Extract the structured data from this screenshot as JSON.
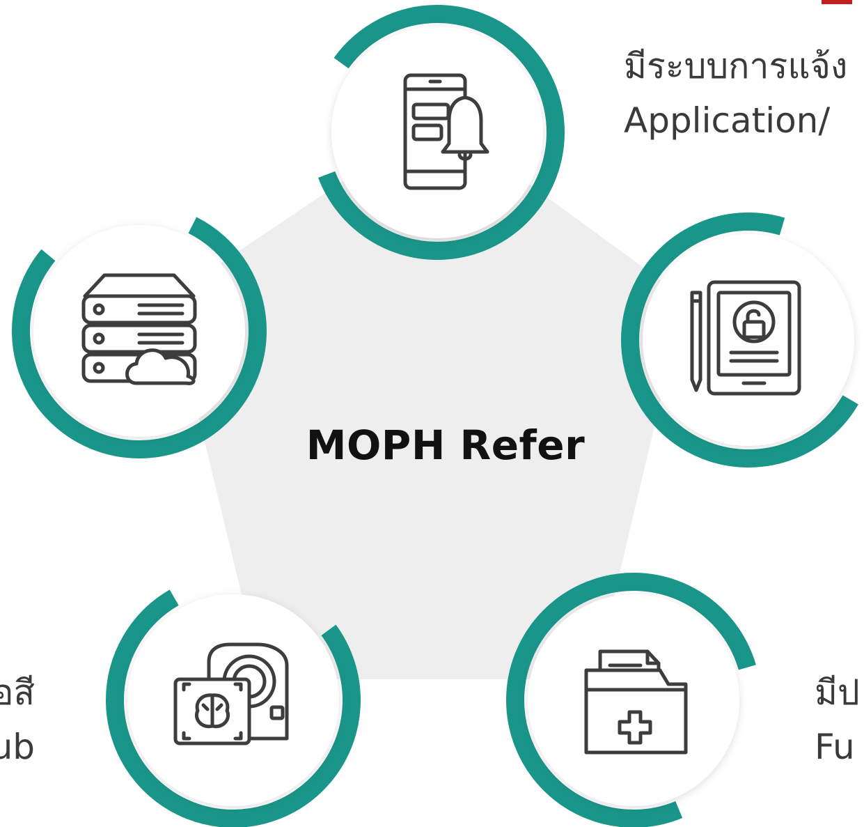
{
  "diagram": {
    "center_title": "MOPH Refer",
    "accent_color": "#1a958a",
    "hub_color": "#eeeeee",
    "icon_stroke_color": "#3d3d3d"
  },
  "nodes": [
    {
      "position": "top",
      "icon": "mobile-notification-bell-icon"
    },
    {
      "position": "upper-left",
      "icon": "server-cloud-icon"
    },
    {
      "position": "upper-right",
      "icon": "tablet-lock-pen-icon"
    },
    {
      "position": "lower-left",
      "icon": "mri-brain-scan-icon"
    },
    {
      "position": "lower-right",
      "icon": "medical-folder-icon"
    }
  ],
  "labels": {
    "top_right": {
      "line1": "มีระบบการแจ้ง",
      "line2": "Application/"
    },
    "bottom_left": {
      "line1": "อสี",
      "line2": "ub"
    },
    "bottom_right": {
      "line1": "มีป",
      "line2": "Fu"
    }
  },
  "brand_mark_color": "#c0201f"
}
